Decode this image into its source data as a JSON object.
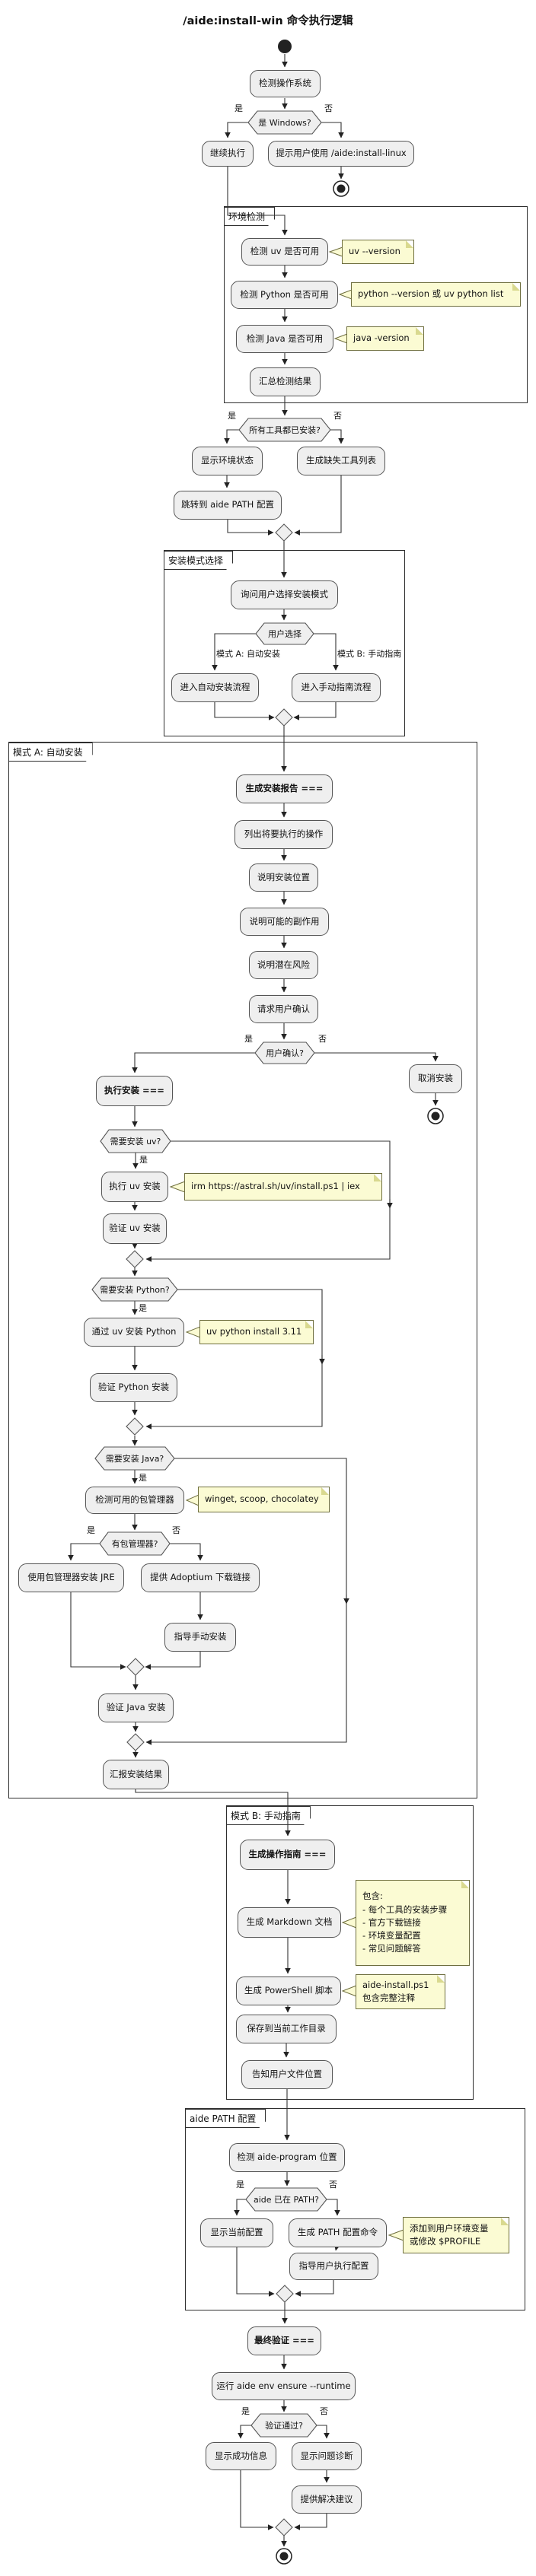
{
  "title": "/aide:install-win 命令执行逻辑",
  "labels": {
    "yes": "是",
    "no": "否",
    "mode_a_branch": "模式 A: 自动安装",
    "mode_b_branch": "模式 B: 手动指南"
  },
  "partitions": {
    "env": "环境检测",
    "mode_select": "安装模式选择",
    "mode_a": "模式 A: 自动安装",
    "mode_b": "模式 B: 手动指南",
    "aide_path": "aide PATH 配置"
  },
  "nodes": {
    "detect_os": "检测操作系统",
    "continue_exec": "继续执行",
    "use_linux": "提示用户使用 /aide:install-linux",
    "check_uv": "检测 uv 是否可用",
    "check_python": "检测 Python 是否可用",
    "check_java": "检测 Java 是否可用",
    "summarize_results": "汇总检测结果",
    "show_env_status": "显示环境状态",
    "gen_missing_list": "生成缺失工具列表",
    "goto_aide_path": "跳转到 aide PATH 配置",
    "ask_install_mode": "询问用户选择安装模式",
    "enter_auto": "进入自动安装流程",
    "enter_manual": "进入手动指南流程",
    "gen_report": "生成安装报告 ===",
    "list_ops": "列出将要执行的操作",
    "explain_location": "说明安装位置",
    "explain_side_effects": "说明可能的副作用",
    "explain_risks": "说明潜在风险",
    "request_confirm": "请求用户确认",
    "exec_install": "执行安装 ===",
    "cancel_install": "取消安装",
    "exec_uv_install": "执行 uv 安装",
    "verify_uv": "验证 uv 安装",
    "install_python_via_uv": "通过 uv 安装 Python",
    "verify_python": "验证 Python 安装",
    "detect_pkg_managers": "检测可用的包管理器",
    "install_jre_via_pkg": "使用包管理器安装 JRE",
    "provide_adoptium": "提供 Adoptium 下载链接",
    "guide_manual_install": "指导手动安装",
    "verify_java": "验证 Java 安装",
    "report_install_results": "汇报安装结果",
    "gen_guide": "生成操作指南 ===",
    "gen_markdown": "生成 Markdown 文档",
    "gen_powershell": "生成 PowerShell 脚本",
    "save_cwd": "保存到当前工作目录",
    "inform_file_location": "告知用户文件位置",
    "detect_aide_program": "检测 aide-program 位置",
    "show_current_config": "显示当前配置",
    "gen_path_cmd": "生成 PATH 配置命令",
    "guide_user_config": "指导用户执行配置",
    "final_verify": "最终验证 ===",
    "run_ensure": "运行 aide env ensure --runtime",
    "show_success": "显示成功信息",
    "show_diagnosis": "显示问题诊断",
    "provide_suggestions": "提供解决建议"
  },
  "decisions": {
    "is_windows": "是 Windows?",
    "all_installed": "所有工具都已安装?",
    "user_choice": "用户选择",
    "user_confirm": "用户确认?",
    "need_uv": "需要安装 uv?",
    "need_python": "需要安装 Python?",
    "need_java": "需要安装 Java?",
    "has_pkg_manager": "有包管理器?",
    "aide_in_path": "aide 已在 PATH?",
    "verify_pass": "验证通过?"
  },
  "notes": {
    "uv": "uv --version",
    "python": "python --version 或 uv python list",
    "java": "java -version",
    "irm": "irm https://astral.sh/uv/install.ps1 | iex",
    "uv_python": "uv python install 3.11",
    "pkg": "winget, scoop, chocolatey",
    "markdown_lines": [
      "包含:",
      "- 每个工具的安装步骤",
      "- 官方下载链接",
      "- 环境变量配置",
      "- 常见问题解答"
    ],
    "powershell_lines": [
      "aide-install.ps1",
      "包含完整注释"
    ],
    "path_lines": [
      "添加到用户环境变量",
      "或修改 $PROFILE"
    ]
  },
  "colors": {
    "node_fill": "#efefef",
    "node_border": "#555555",
    "note_fill": "#fbfbd3",
    "line": "#333333",
    "start_end": "#222222"
  }
}
